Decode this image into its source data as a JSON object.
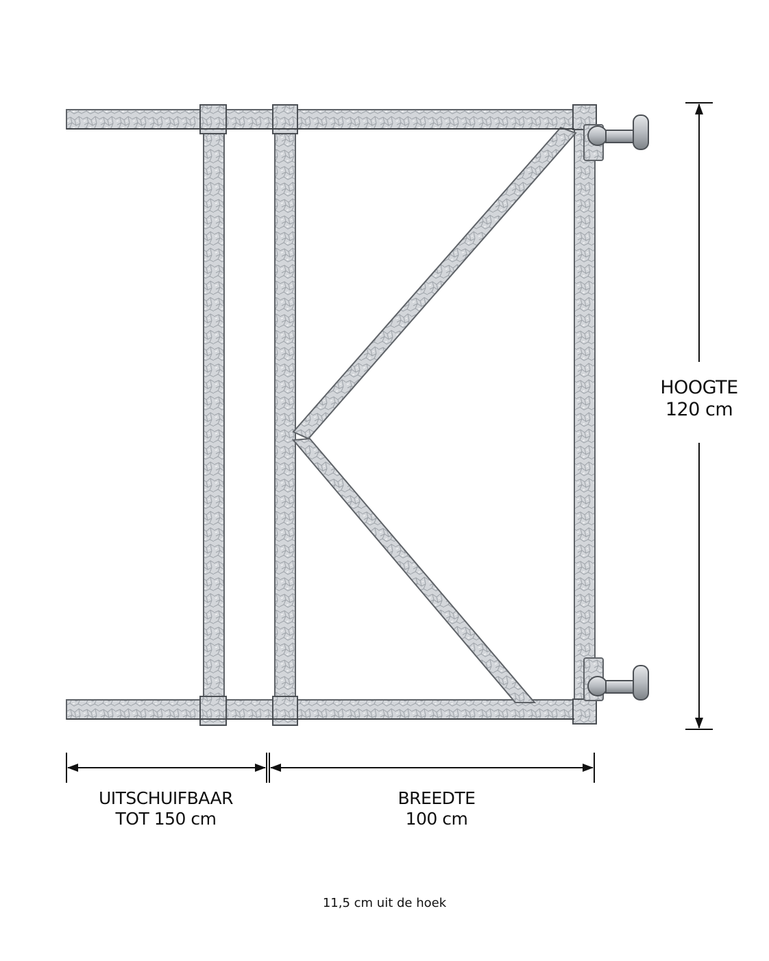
{
  "dimensions": {
    "height": {
      "title": "HOOGTE",
      "value": "120 cm"
    },
    "width": {
      "title": "BREEDTE",
      "value": "100 cm"
    },
    "extendable": {
      "title": "UITSCHUIFBAAR",
      "value": "TOT 150 cm"
    }
  },
  "footnote": "11,5 cm uit de hoek",
  "colors": {
    "metal_fill": "#d2d5d9",
    "metal_edge": "#6a6e73",
    "metal_dark": "#3f4246",
    "dimension_line": "#111111"
  }
}
